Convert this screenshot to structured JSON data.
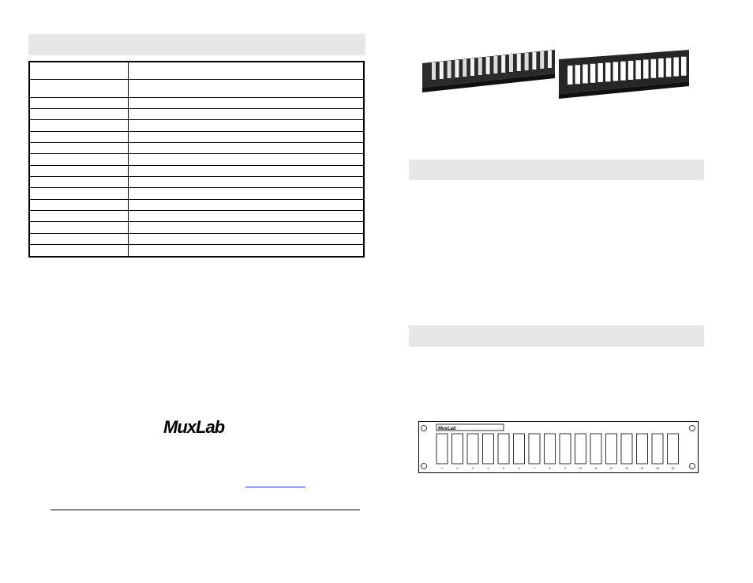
{
  "left_column": {
    "section_header": "",
    "spec_table_row_count": 16
  },
  "brand": {
    "logo_text": "MuxLab"
  },
  "right_column": {
    "photo_alt": "",
    "section_header_1": "",
    "section_header_2": "",
    "front_panel": {
      "logo_text": "MuxLab",
      "port_count": 16,
      "port_numbers": [
        "1",
        "2",
        "3",
        "4",
        "5",
        "6",
        "7",
        "8",
        "9",
        "10",
        "11",
        "12",
        "13",
        "14",
        "15",
        "16"
      ]
    }
  }
}
